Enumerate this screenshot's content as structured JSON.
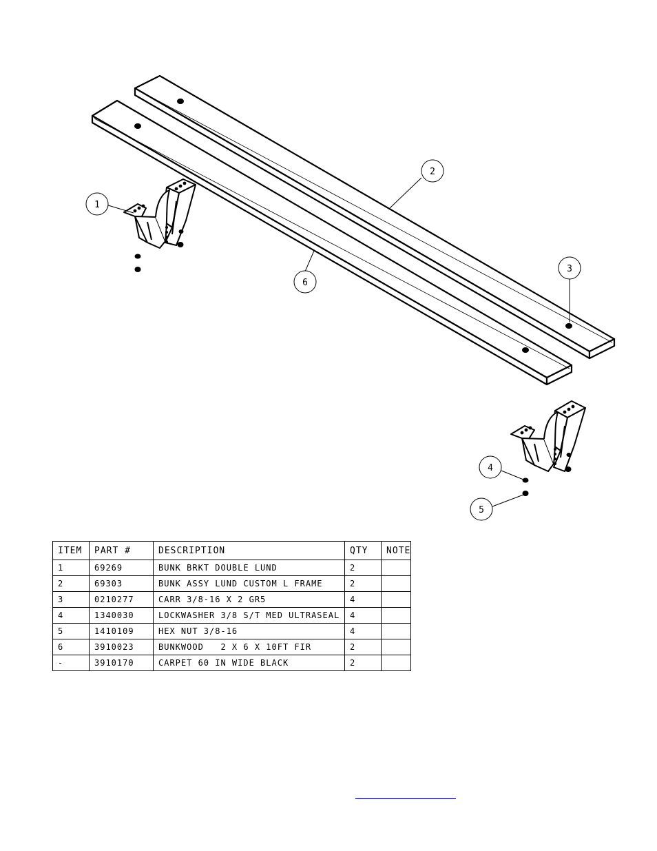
{
  "balloons": {
    "b1": "1",
    "b2": "2",
    "b3": "3",
    "b4": "4",
    "b5": "5",
    "b6": "6"
  },
  "bom": {
    "headers": {
      "item": "ITEM",
      "part": "PART #",
      "description": "DESCRIPTION",
      "qty": "QTY",
      "note": "NOTE"
    },
    "rows": [
      {
        "item": "1",
        "part": "69269",
        "description": "BUNK BRKT DOUBLE LUND",
        "qty": "2",
        "note": ""
      },
      {
        "item": "2",
        "part": "69303",
        "description": "BUNK ASSY LUND CUSTOM L FRAME",
        "qty": "2",
        "note": ""
      },
      {
        "item": "3",
        "part": "0210277",
        "description": "CARR 3/8-16 X 2 GR5",
        "qty": "4",
        "note": ""
      },
      {
        "item": "4",
        "part": "1340030",
        "description": "LOCKWASHER 3/8 S/T MED ULTRASEAL",
        "qty": "4",
        "note": ""
      },
      {
        "item": "5",
        "part": "1410109",
        "description": "HEX NUT 3/8-16",
        "qty": "4",
        "note": ""
      },
      {
        "item": "6",
        "part": "3910023",
        "description": "BUNKWOOD   2 X 6 X 10FT FIR",
        "qty": "2",
        "note": ""
      },
      {
        "item": "-",
        "part": "3910170",
        "description": "CARPET 60 IN WIDE BLACK",
        "qty": "2",
        "note": ""
      }
    ]
  },
  "colors": {
    "line": "#000000",
    "link": "#0000ff"
  }
}
